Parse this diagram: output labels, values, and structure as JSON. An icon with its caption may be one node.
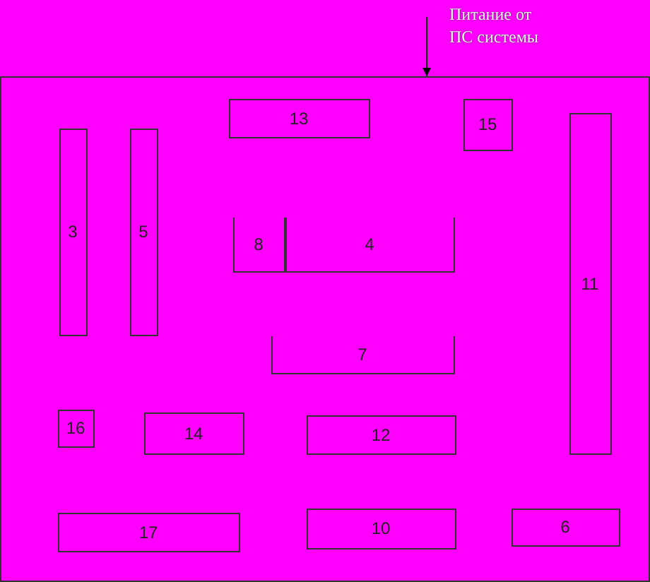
{
  "diagram": {
    "nodes": [
      {
        "text": [
          "Питание от ПС системы"
        ]
      },
      {
        "text": [],
        "shape": "box"
      },
      {
        "text": [
          "13"
        ],
        "in": 1
      },
      {
        "text": [
          "15"
        ],
        "in": 1
      },
      {
        "text": [
          "11"
        ],
        "in": 1
      },
      {
        "text": [
          "3"
        ],
        "in": 1
      },
      {
        "text": [
          "5"
        ],
        "in": 1
      },
      {
        "text": [
          "8"
        ],
        "in": 1
      },
      {
        "text": [
          "4"
        ],
        "in": 1
      },
      {
        "text": [
          "7"
        ],
        "in": 1
      },
      {
        "text": [
          "16"
        ],
        "in": 1
      },
      {
        "text": [
          "14"
        ],
        "in": 1
      },
      {
        "text": [
          "12"
        ],
        "in": 1
      },
      {
        "text": [
          "17"
        ],
        "in": 1
      },
      {
        "text": [
          "10"
        ],
        "in": 1
      },
      {
        "text": [
          "6"
        ],
        "in": 1
      }
    ],
    "edges": [
      {
        "from": 0,
        "to": 1,
        "arrow": "to"
      }
    ]
  }
}
